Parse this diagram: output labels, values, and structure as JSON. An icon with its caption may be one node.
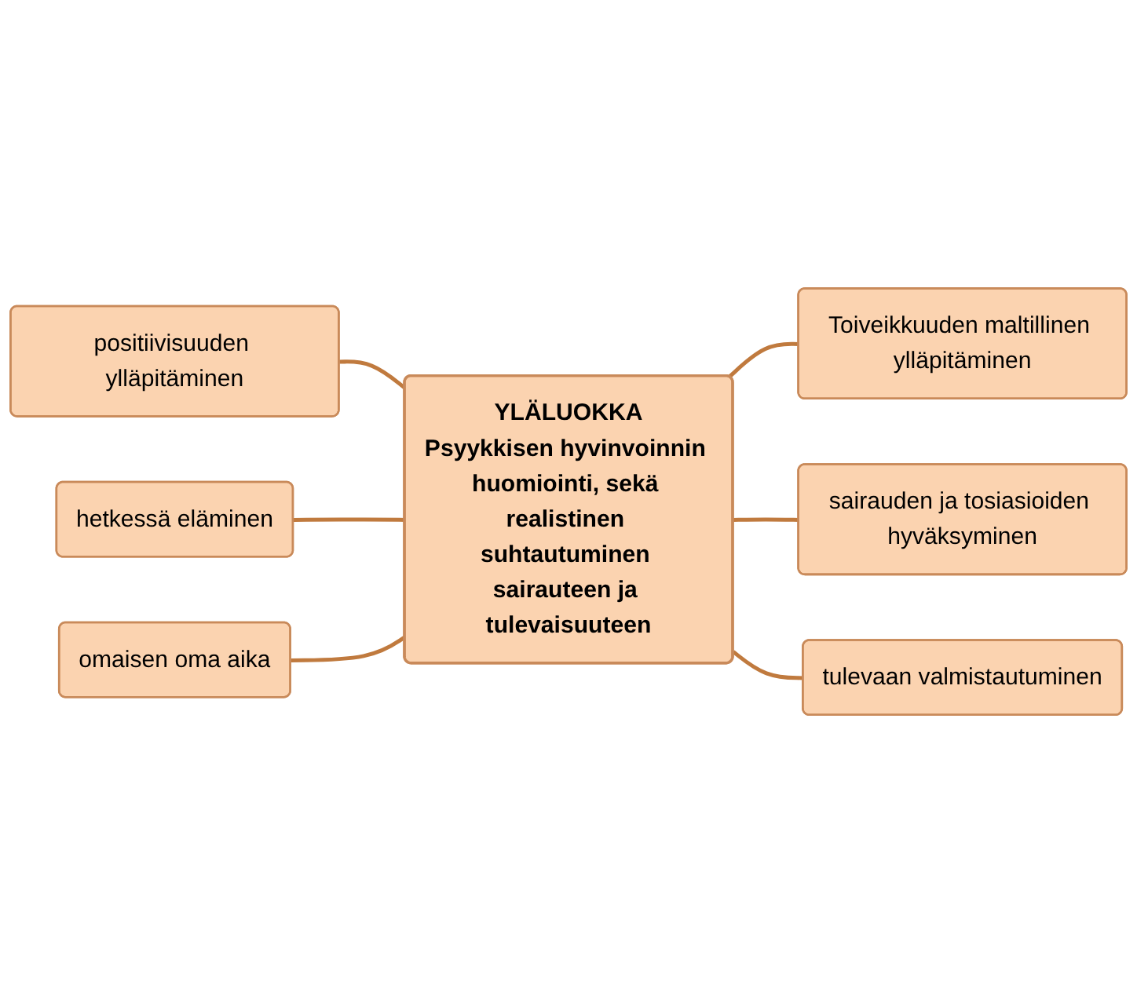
{
  "diagram": {
    "nodes": [
      {
        "text": [
          "positiivisuuden ylläpitäminen"
        ]
      },
      {
        "text": [
          "hetkessä eläminen"
        ]
      },
      {
        "text": [
          "YLÄLUOKKA",
          "Psyykkisen hyvinvoinnin huomiointi, sekä realistinen suhtautuminen sairauteen ja tulevaisuuteen"
        ]
      },
      {
        "text": [
          "Toiveikkuuden maltillinen ylläpitäminen"
        ]
      },
      {
        "text": [
          "omaisen oma aika"
        ]
      },
      {
        "text": [
          "sairauden ja tosiasioiden hyväksyminen"
        ]
      },
      {
        "text": [
          "tulevaan valmistautuminen"
        ]
      }
    ],
    "edges": [
      {
        "from": 0,
        "to": 2,
        "arrow": "none"
      },
      {
        "from": 1,
        "to": 2,
        "arrow": "none"
      },
      {
        "from": 2,
        "to": 3,
        "arrow": "none"
      },
      {
        "from": 4,
        "to": 2,
        "arrow": "none"
      },
      {
        "from": 2,
        "to": 5,
        "arrow": "none"
      },
      {
        "from": 2,
        "to": 6,
        "arrow": "none"
      }
    ]
  }
}
